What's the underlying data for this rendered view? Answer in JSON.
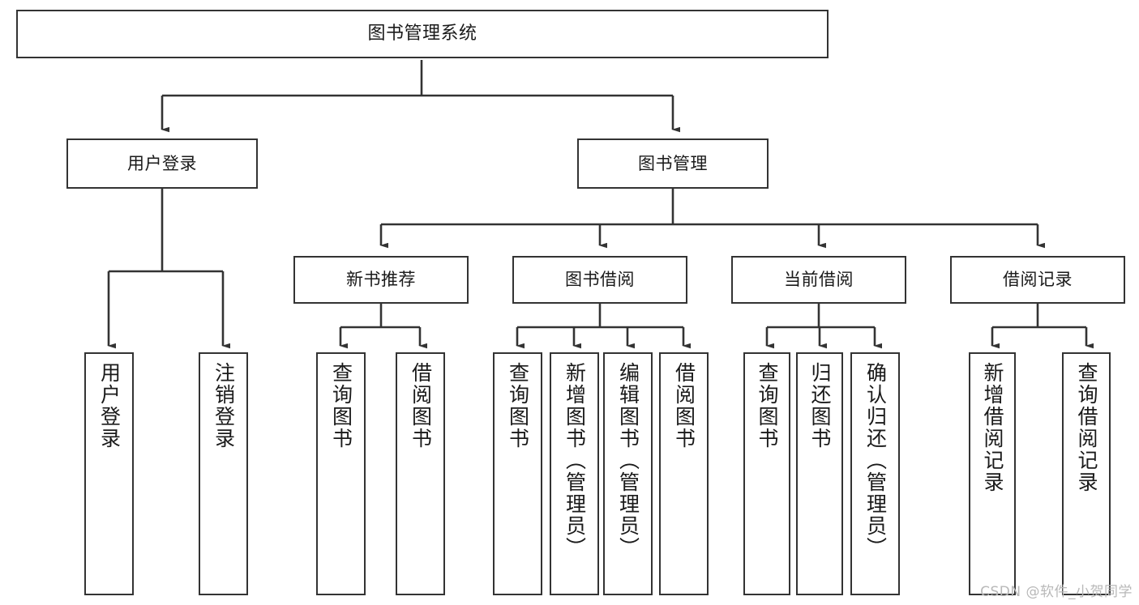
{
  "diagram": {
    "title": "图书管理系统",
    "type": "functional-structure-tree",
    "watermark": "CSDN @软件_小贺同学",
    "colors": {
      "stroke": "#333333",
      "fill": "#ffffff",
      "text": "#1a1a1a",
      "watermark": "#b8b8b8"
    },
    "levels": {
      "root": {
        "label": "图书管理系统"
      },
      "level1": [
        {
          "label": "用户登录"
        },
        {
          "label": "图书管理"
        }
      ],
      "level2": [
        {
          "label": "新书推荐"
        },
        {
          "label": "图书借阅"
        },
        {
          "label": "当前借阅"
        },
        {
          "label": "借阅记录"
        }
      ],
      "leaves": [
        {
          "label": "用户登录",
          "parent": "用户登录"
        },
        {
          "label": "注销登录",
          "parent": "用户登录"
        },
        {
          "label": "查询图书",
          "parent": "新书推荐"
        },
        {
          "label": "借阅图书",
          "parent": "新书推荐"
        },
        {
          "label": "查询图书",
          "parent": "图书借阅"
        },
        {
          "label": "新增图书（管理员）",
          "parent": "图书借阅"
        },
        {
          "label": "编辑图书（管理员）",
          "parent": "图书借阅"
        },
        {
          "label": "借阅图书",
          "parent": "图书借阅"
        },
        {
          "label": "查询图书",
          "parent": "当前借阅"
        },
        {
          "label": "归还图书",
          "parent": "当前借阅"
        },
        {
          "label": "确认归还（管理员）",
          "parent": "当前借阅"
        },
        {
          "label": "新增借阅记录",
          "parent": "借阅记录"
        },
        {
          "label": "查询借阅记录",
          "parent": "借阅记录"
        }
      ]
    }
  }
}
